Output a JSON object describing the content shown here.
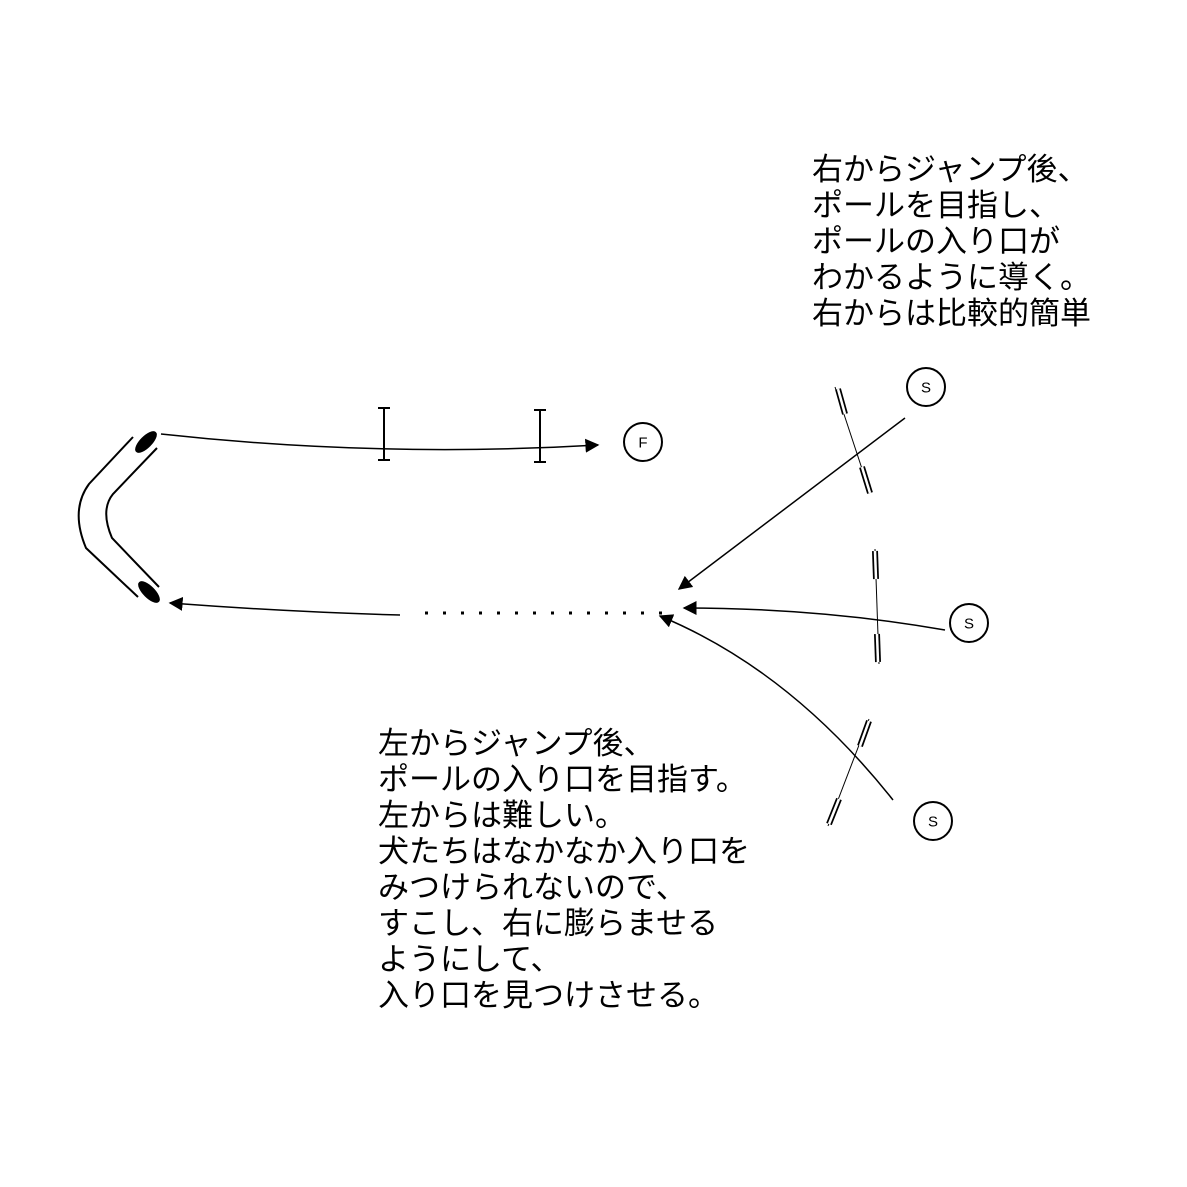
{
  "markers": {
    "finish": "F",
    "start_top": "S",
    "start_middle": "S",
    "start_bottom": "S"
  },
  "notes": {
    "right": [
      "右からジャンプ後、",
      "ポールを目指し、",
      "ポールの入り口が",
      "わかるように導く。",
      "右からは比較的簡単"
    ],
    "left": [
      "左からジャンプ後、",
      "ポールの入り口を目指す。",
      "左からは難しい。",
      "犬たちはなかなか入り口を",
      "みつけられないので、",
      "すこし、右に膨らませる",
      "ようにして、",
      "入り口を見つけさせる。"
    ]
  },
  "colors": {
    "stroke": "#000000",
    "background": "#ffffff"
  }
}
